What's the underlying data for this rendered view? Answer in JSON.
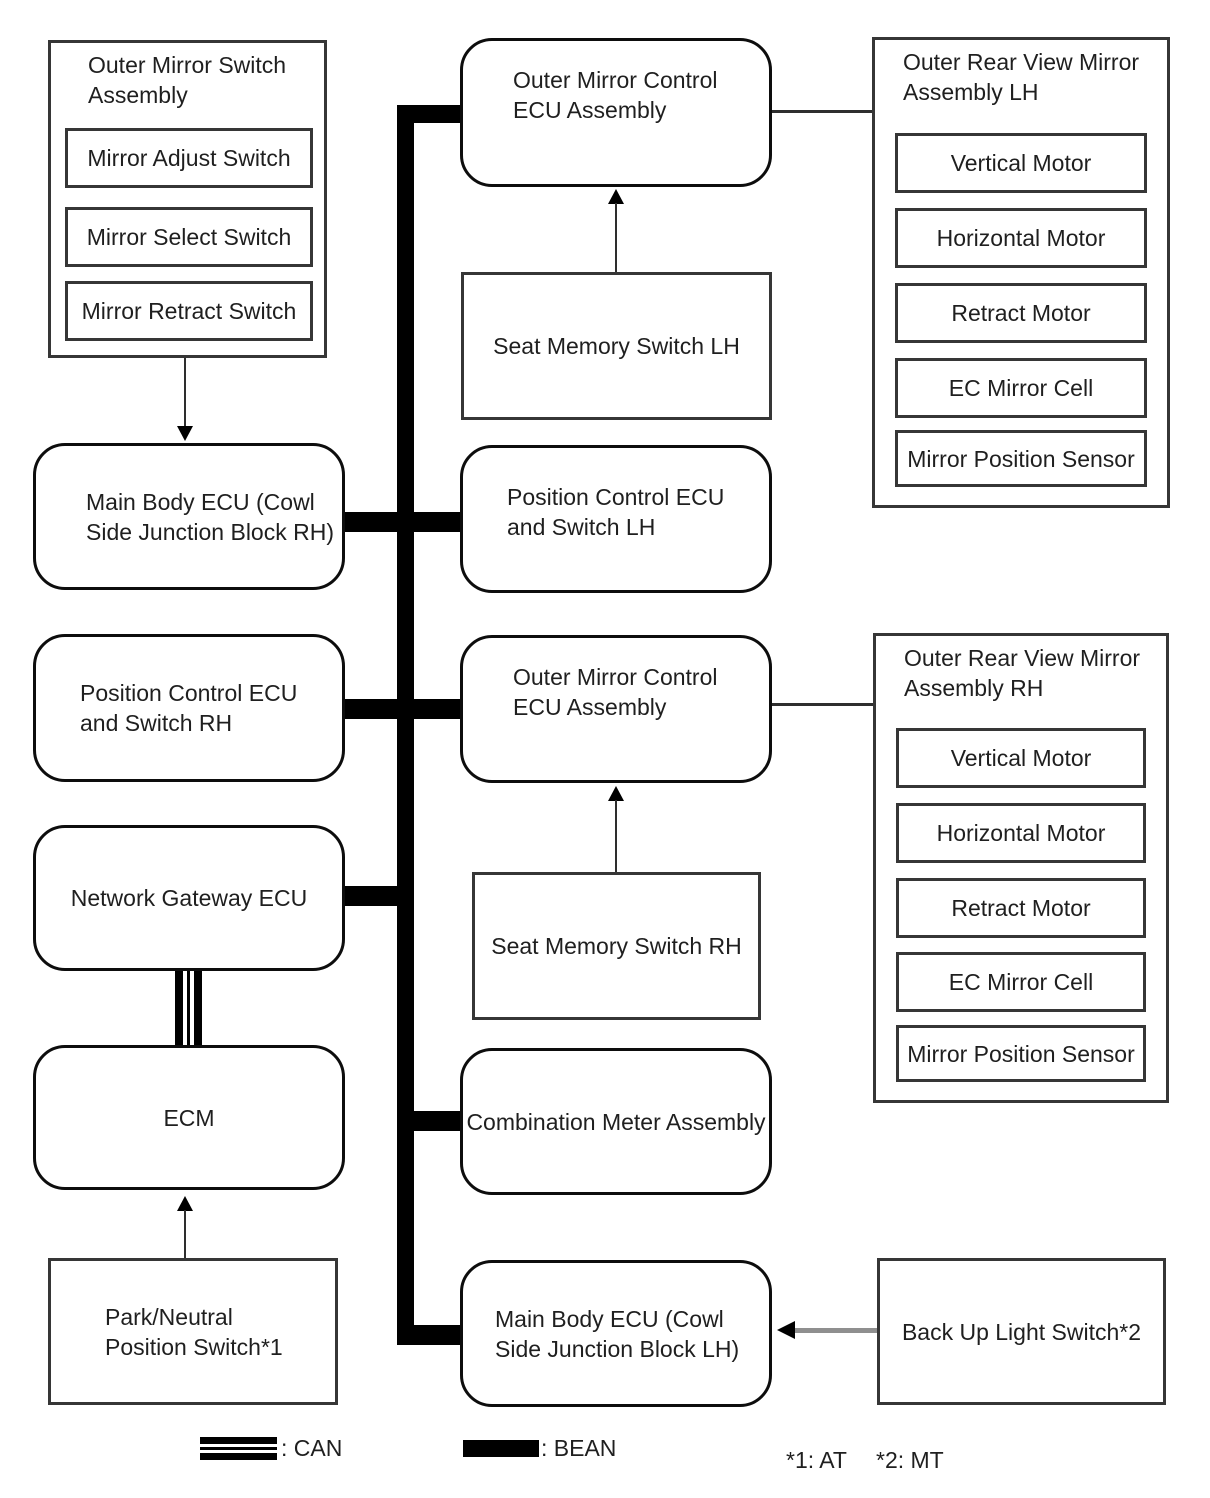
{
  "colors": {
    "background": "#ffffff",
    "line_black": "#000000",
    "box_border": "#363636",
    "gray_arrow_line": "#8f8f8f",
    "text": "#1f1f1f"
  },
  "left_column": {
    "outer_mirror_switch_assembly": {
      "title_line1": "Outer Mirror Switch",
      "title_line2": "Assembly",
      "switches": [
        "Mirror Adjust Switch",
        "Mirror Select Switch",
        "Mirror Retract Switch"
      ]
    },
    "main_body_ecu_rh": {
      "line1": "Main Body ECU (Cowl",
      "line2": "Side Junction Block RH)"
    },
    "position_control_ecu_rh": {
      "line1": "Position Control ECU",
      "line2": "and Switch RH"
    },
    "network_gateway_ecu": {
      "label": "Network Gateway ECU"
    },
    "ecm": {
      "label": "ECM"
    },
    "park_neutral_position_switch": {
      "line1": "Park/Neutral",
      "line2": "Position Switch*1"
    }
  },
  "middle_column": {
    "outer_mirror_control_ecu_top": {
      "line1": "Outer Mirror Control",
      "line2": "ECU Assembly"
    },
    "seat_memory_switch_lh": {
      "label": "Seat Memory Switch LH"
    },
    "position_control_ecu_lh": {
      "line1": "Position Control ECU",
      "line2": "and Switch LH"
    },
    "outer_mirror_control_ecu_bottom": {
      "line1": "Outer Mirror Control",
      "line2": "ECU Assembly"
    },
    "seat_memory_switch_rh": {
      "label": "Seat Memory Switch RH"
    },
    "combination_meter_assembly": {
      "label": "Combination Meter Assembly"
    },
    "main_body_ecu_lh": {
      "line1": "Main Body ECU (Cowl",
      "line2": "Side Junction Block LH)"
    }
  },
  "right_column": {
    "outer_rear_view_mirror_lh": {
      "title_line1": "Outer Rear View Mirror",
      "title_line2": "Assembly LH",
      "components": [
        "Vertical Motor",
        "Horizontal Motor",
        "Retract Motor",
        "EC Mirror Cell",
        "Mirror Position Sensor"
      ]
    },
    "outer_rear_view_mirror_rh": {
      "title_line1": "Outer Rear View Mirror",
      "title_line2": "Assembly RH",
      "components": [
        "Vertical Motor",
        "Horizontal Motor",
        "Retract Motor",
        "EC Mirror Cell",
        "Mirror Position Sensor"
      ]
    },
    "backup_light_switch": {
      "label": "Back Up Light Switch*2"
    }
  },
  "legend": {
    "can_label": ": CAN",
    "bean_label": ": BEAN",
    "note_1": "*1: AT",
    "note_2": "*2: MT"
  }
}
